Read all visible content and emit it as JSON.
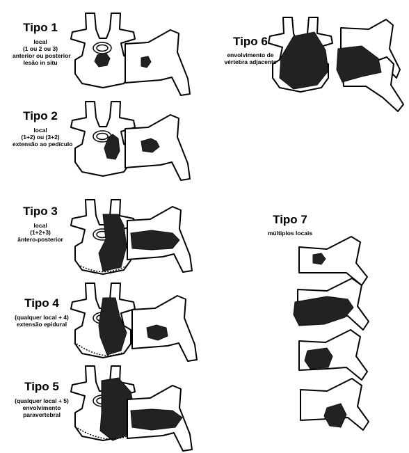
{
  "types": [
    {
      "id": "tipo1",
      "title": "Tipo 1",
      "lines": [
        "local",
        "(1 ou 2 ou 3)",
        "anterior ou posterior",
        "lesão in situ"
      ]
    },
    {
      "id": "tipo2",
      "title": "Tipo 2",
      "lines": [
        "local",
        "(1+2) ou (3+2)",
        "extensão ao pedículo"
      ]
    },
    {
      "id": "tipo3",
      "title": "Tipo 3",
      "lines": [
        "local",
        "(1+2+3)",
        "ântero-posterior"
      ]
    },
    {
      "id": "tipo4",
      "title": "Tipo 4",
      "lines": [
        "(qualquer local + 4)",
        "extensão epidural"
      ]
    },
    {
      "id": "tipo5",
      "title": "Tipo 5",
      "lines": [
        "(qualquer local + 5)",
        "envolvimento",
        "paravertebral"
      ]
    },
    {
      "id": "tipo6",
      "title": "Tipo 6",
      "lines": [
        "envolvimento de",
        "vértebra adjacente"
      ]
    },
    {
      "id": "tipo7",
      "title": "Tipo 7",
      "lines": [
        "múltiplos locais"
      ]
    }
  ]
}
